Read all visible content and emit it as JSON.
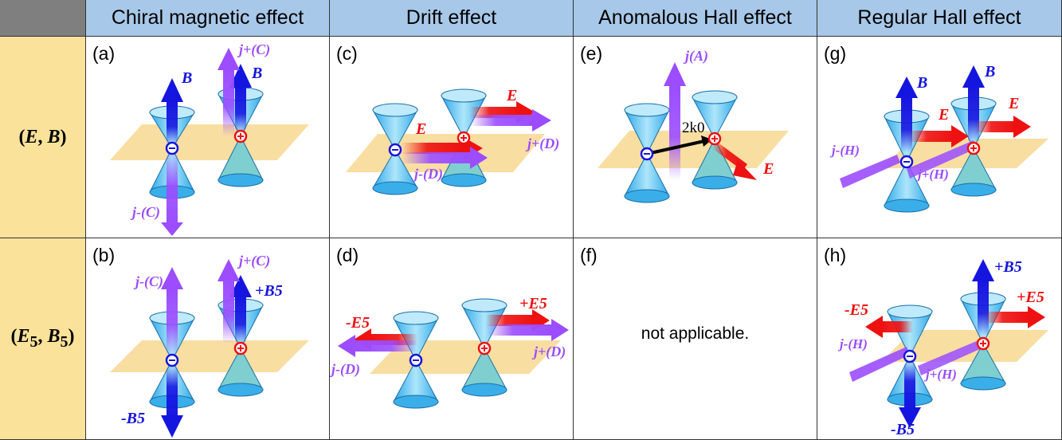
{
  "columns": [
    "Chiral magnetic effect",
    "Drift effect",
    "Anomalous Hall effect",
    "Regular Hall effect"
  ],
  "rows": [
    {
      "label": "(E, B)"
    },
    {
      "label": "(E5, B5)"
    }
  ],
  "panels": {
    "a": {
      "tag": "(a)",
      "jplus": "j+(C)",
      "jminus": "j-(C)",
      "field_left": "B",
      "field_right": "B"
    },
    "b": {
      "tag": "(b)",
      "jplus": "j+(C)",
      "jminus": "j-(C)",
      "field_left": "-B5",
      "field_right": "+B5"
    },
    "c": {
      "tag": "(c)",
      "jplus": "j+(D)",
      "jminus": "j-(D)",
      "field_left": "E",
      "field_right": "E"
    },
    "d": {
      "tag": "(d)",
      "jplus": "j+(D)",
      "jminus": "j-(D)",
      "field_left": "-E5",
      "field_right": "+E5"
    },
    "e": {
      "tag": "(e)",
      "janom": "j(A)",
      "k0": "2k0",
      "field": "E"
    },
    "f": {
      "tag": "(f)",
      "text": "not applicable."
    },
    "g": {
      "tag": "(g)",
      "jplus": "j+(H)",
      "jminus": "j-(H)",
      "field_b": "B",
      "field_e": "E"
    },
    "h": {
      "tag": "(h)",
      "jplus": "j+(H)",
      "jminus": "j-(H)",
      "field_b_top": "+B5",
      "field_b_bottom": "-B5",
      "field_e_left": "-E5",
      "field_e_right": "+E5"
    }
  },
  "colors": {
    "header": "#a7c8e8",
    "row_label": "#fbe29a",
    "corner": "#7f7f7f",
    "cone": "#5ec8f4",
    "plane": "#f8d890",
    "current": "#9b4dff",
    "electric": "#ee1111",
    "magnetic": "#1515e0"
  }
}
